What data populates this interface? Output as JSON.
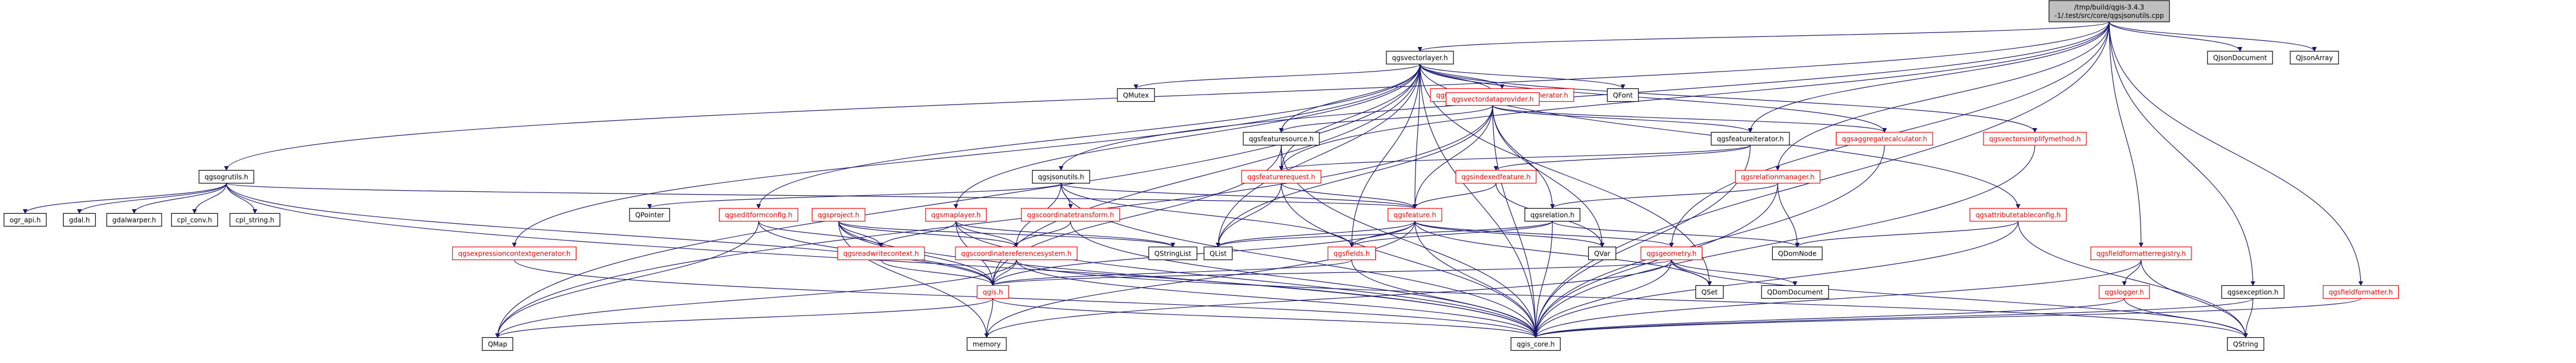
{
  "colors": {
    "edge": "#191970",
    "text_default": "#000000",
    "text_unlinked": "#ff0000",
    "box_border_default": "#000000",
    "box_border_unlinked": "#ff0000",
    "root_fill": "#bfbfbf",
    "node_fill": "#ffffff"
  },
  "nodes": [
    {
      "id": "root",
      "lines": [
        "/tmp/build/qgis-3.4.3",
        "-1/.test/src/core/qgsjsonutils.cpp"
      ],
      "style": "root"
    },
    {
      "id": "qgsvectorlayer",
      "lines": [
        "qgsvectorlayer.h"
      ],
      "style": "normal"
    },
    {
      "id": "qgsogrutils",
      "lines": [
        "qgsogrutils.h"
      ],
      "style": "normal"
    },
    {
      "id": "qmutex",
      "lines": [
        "QMutex"
      ],
      "style": "plain"
    },
    {
      "id": "exprscopegen",
      "lines": [
        "qgsexpressioncontextscopegenerator.h"
      ],
      "style": "red"
    },
    {
      "id": "qfont",
      "lines": [
        "QFont"
      ],
      "style": "plain"
    },
    {
      "id": "qjsondocument",
      "lines": [
        "QJsonDocument"
      ],
      "style": "plain"
    },
    {
      "id": "qjsonarray",
      "lines": [
        "QJsonArray"
      ],
      "style": "plain"
    },
    {
      "id": "vectordataprovider",
      "lines": [
        "qgsvectordataprovider.h"
      ],
      "style": "red"
    },
    {
      "id": "featuresource",
      "lines": [
        "qgsfeaturesource.h"
      ],
      "style": "normal"
    },
    {
      "id": "featureiterator",
      "lines": [
        "qgsfeatureiterator.h"
      ],
      "style": "normal"
    },
    {
      "id": "aggcalc",
      "lines": [
        "qgsaggregatecalculator.h"
      ],
      "style": "red"
    },
    {
      "id": "simplify",
      "lines": [
        "qgsvectorsimplifymethod.h"
      ],
      "style": "red"
    },
    {
      "id": "jsonutils",
      "lines": [
        "qgsjsonutils.h"
      ],
      "style": "normal"
    },
    {
      "id": "featurerequest",
      "lines": [
        "qgsfeaturerequest.h"
      ],
      "style": "red"
    },
    {
      "id": "indexedfeature",
      "lines": [
        "qgsindexedfeature.h"
      ],
      "style": "red"
    },
    {
      "id": "relationmanager",
      "lines": [
        "qgsrelationmanager.h"
      ],
      "style": "red"
    },
    {
      "id": "ogr_api",
      "lines": [
        "ogr_api.h"
      ],
      "style": "plain"
    },
    {
      "id": "gdal",
      "lines": [
        "gdal.h"
      ],
      "style": "plain"
    },
    {
      "id": "gdalwarper",
      "lines": [
        "gdalwarper.h"
      ],
      "style": "plain"
    },
    {
      "id": "cpl_conv",
      "lines": [
        "cpl_conv.h"
      ],
      "style": "plain"
    },
    {
      "id": "cpl_string",
      "lines": [
        "cpl_string.h"
      ],
      "style": "plain"
    },
    {
      "id": "qpointer",
      "lines": [
        "QPointer"
      ],
      "style": "plain"
    },
    {
      "id": "editformconfig",
      "lines": [
        "qgseditformconfig.h"
      ],
      "style": "red"
    },
    {
      "id": "qgsproject",
      "lines": [
        "qgsproject.h"
      ],
      "style": "red"
    },
    {
      "id": "maplayer",
      "lines": [
        "qgsmaplayer.h"
      ],
      "style": "red"
    },
    {
      "id": "coordtransform",
      "lines": [
        "qgscoordinatetransform.h"
      ],
      "style": "red"
    },
    {
      "id": "qgsfeature",
      "lines": [
        "qgsfeature.h"
      ],
      "style": "red"
    },
    {
      "id": "qgsrelation",
      "lines": [
        "qgsrelation.h"
      ],
      "style": "normal"
    },
    {
      "id": "attrtableconfig",
      "lines": [
        "qgsattributetableconfig.h"
      ],
      "style": "red"
    },
    {
      "id": "exprcontextgen",
      "lines": [
        "qgsexpressioncontextgenerator.h"
      ],
      "style": "red"
    },
    {
      "id": "readwritecontext",
      "lines": [
        "qgsreadwritecontext.h"
      ],
      "style": "red"
    },
    {
      "id": "crs",
      "lines": [
        "qgscoordinatereferencesystem.h"
      ],
      "style": "red"
    },
    {
      "id": "qstringlist",
      "lines": [
        "QStringList"
      ],
      "style": "plain"
    },
    {
      "id": "qlist",
      "lines": [
        "QList"
      ],
      "style": "plain"
    },
    {
      "id": "qgsfields",
      "lines": [
        "qgsfields.h"
      ],
      "style": "red"
    },
    {
      "id": "qvar",
      "lines": [
        "QVar"
      ],
      "style": "plain"
    },
    {
      "id": "qgsgeometry",
      "lines": [
        "qgsgeometry.h"
      ],
      "style": "red"
    },
    {
      "id": "qdomnode",
      "lines": [
        "QDomNode"
      ],
      "style": "plain"
    },
    {
      "id": "fieldformatterregistry",
      "lines": [
        "qgsfieldformatterregistry.h"
      ],
      "style": "red"
    },
    {
      "id": "qgsh",
      "lines": [
        "qgis.h"
      ],
      "style": "red"
    },
    {
      "id": "qset",
      "lines": [
        "QSet"
      ],
      "style": "plain"
    },
    {
      "id": "qdomdocument",
      "lines": [
        "QDomDocument"
      ],
      "style": "plain"
    },
    {
      "id": "qgslogger",
      "lines": [
        "qgslogger.h"
      ],
      "style": "red"
    },
    {
      "id": "qgsexception",
      "lines": [
        "qgsexception.h"
      ],
      "style": "normal"
    },
    {
      "id": "fieldformatter",
      "lines": [
        "qgsfieldformatter.h"
      ],
      "style": "red"
    },
    {
      "id": "qmap",
      "lines": [
        "QMap"
      ],
      "style": "plain"
    },
    {
      "id": "memory",
      "lines": [
        "memory"
      ],
      "style": "plain"
    },
    {
      "id": "qgis_core",
      "lines": [
        "qgis_core.h"
      ],
      "style": "normal"
    },
    {
      "id": "qstring",
      "lines": [
        "QString"
      ],
      "style": "plain"
    }
  ],
  "edges": [
    [
      "root",
      "qgsvectorlayer"
    ],
    [
      "root",
      "qgsogrutils"
    ],
    [
      "root",
      "qjsondocument"
    ],
    [
      "root",
      "qjsonarray"
    ],
    [
      "root",
      "featureiterator"
    ],
    [
      "root",
      "jsonutils"
    ],
    [
      "root",
      "relationmanager"
    ],
    [
      "root",
      "featurerequest"
    ],
    [
      "root",
      "qgsexception"
    ],
    [
      "root",
      "fieldformatterregistry"
    ],
    [
      "root",
      "fieldformatter"
    ],
    [
      "root",
      "qgsgeometry"
    ],
    [
      "root",
      "qgis_core"
    ],
    [
      "qgsvectorlayer",
      "qmutex"
    ],
    [
      "qgsvectorlayer",
      "exprscopegen"
    ],
    [
      "qgsvectorlayer",
      "qfont"
    ],
    [
      "qgsvectorlayer",
      "vectordataprovider"
    ],
    [
      "qgsvectorlayer",
      "featuresource"
    ],
    [
      "qgsvectorlayer",
      "aggcalc"
    ],
    [
      "qgsvectorlayer",
      "simplify"
    ],
    [
      "qgsvectorlayer",
      "editformconfig"
    ],
    [
      "qgsvectorlayer",
      "maplayer"
    ],
    [
      "qgsvectorlayer",
      "featurerequest"
    ],
    [
      "qgsvectorlayer",
      "qgsfeature"
    ],
    [
      "qgsvectorlayer",
      "qgsfields"
    ],
    [
      "qgsvectorlayer",
      "attrtableconfig"
    ],
    [
      "qgsvectorlayer",
      "exprcontextgen"
    ],
    [
      "qgsvectorlayer",
      "qgsh"
    ],
    [
      "qgsvectorlayer",
      "qgis_core"
    ],
    [
      "qgsvectorlayer",
      "qmap"
    ],
    [
      "qgsvectorlayer",
      "qlist"
    ],
    [
      "qgsvectorlayer",
      "qset"
    ],
    [
      "vectordataprovider",
      "featuresource"
    ],
    [
      "vectordataprovider",
      "featureiterator"
    ],
    [
      "vectordataprovider",
      "aggcalc"
    ],
    [
      "vectordataprovider",
      "qgsfeature"
    ],
    [
      "vectordataprovider",
      "qgsrelation"
    ],
    [
      "vectordataprovider",
      "qgis_core"
    ],
    [
      "vectordataprovider",
      "qmap"
    ],
    [
      "vectordataprovider",
      "qlist"
    ],
    [
      "vectordataprovider",
      "qvar"
    ],
    [
      "featuresource",
      "featurerequest"
    ],
    [
      "featuresource",
      "qgis_core"
    ],
    [
      "featuresource",
      "qgsh"
    ],
    [
      "featureiterator",
      "featurerequest"
    ],
    [
      "featureiterator",
      "indexedfeature"
    ],
    [
      "featureiterator",
      "qgis_core"
    ],
    [
      "aggcalc",
      "qgis_core"
    ],
    [
      "simplify",
      "qgis_core"
    ],
    [
      "qgsogrutils",
      "ogr_api"
    ],
    [
      "qgsogrutils",
      "gdal"
    ],
    [
      "qgsogrutils",
      "gdalwarper"
    ],
    [
      "qgsogrutils",
      "cpl_conv"
    ],
    [
      "qgsogrutils",
      "cpl_string"
    ],
    [
      "qgsogrutils",
      "qgsfeature"
    ],
    [
      "qgsogrutils",
      "qgis_core"
    ],
    [
      "qgsogrutils",
      "qgsh"
    ],
    [
      "jsonutils",
      "qpointer"
    ],
    [
      "jsonutils",
      "qgsfeature"
    ],
    [
      "jsonutils",
      "coordtransform"
    ],
    [
      "jsonutils",
      "crs"
    ],
    [
      "jsonutils",
      "qgsfields"
    ],
    [
      "jsonutils",
      "qgis_core"
    ],
    [
      "featurerequest",
      "qgsfeature"
    ],
    [
      "featurerequest",
      "qgis_core"
    ],
    [
      "featurerequest",
      "qlist"
    ],
    [
      "indexedfeature",
      "qgsfeature"
    ],
    [
      "indexedfeature",
      "qvar"
    ],
    [
      "relationmanager",
      "qgsrelation"
    ],
    [
      "relationmanager",
      "qdomnode"
    ],
    [
      "relationmanager",
      "qgis_core"
    ],
    [
      "editformconfig",
      "readwritecontext"
    ],
    [
      "editformconfig",
      "qgsh"
    ],
    [
      "editformconfig",
      "qmap"
    ],
    [
      "qgsproject",
      "readwritecontext"
    ],
    [
      "qgsproject",
      "crs"
    ],
    [
      "qgsproject",
      "qgsh"
    ],
    [
      "qgsproject",
      "qstringlist"
    ],
    [
      "qgsproject",
      "qgis_core"
    ],
    [
      "qgsproject",
      "memory"
    ],
    [
      "maplayer",
      "crs"
    ],
    [
      "maplayer",
      "readwritecontext"
    ],
    [
      "maplayer",
      "qgsh"
    ],
    [
      "maplayer",
      "qgis_core"
    ],
    [
      "maplayer",
      "qstringlist"
    ],
    [
      "coordtransform",
      "crs"
    ],
    [
      "coordtransform",
      "qgis_core"
    ],
    [
      "qgsfeature",
      "qgsfields"
    ],
    [
      "qgsfeature",
      "qgsgeometry"
    ],
    [
      "qgsfeature",
      "qlist"
    ],
    [
      "qgsfeature",
      "qvar"
    ],
    [
      "qgsfeature",
      "qgis_core"
    ],
    [
      "qgsfeature",
      "qgsh"
    ],
    [
      "qgsfeature",
      "qset"
    ],
    [
      "qgsfeature",
      "memory"
    ],
    [
      "qgsrelation",
      "qlist"
    ],
    [
      "qgsrelation",
      "qdomnode"
    ],
    [
      "qgsrelation",
      "qgis_core"
    ],
    [
      "qgsrelation",
      "qgsfields"
    ],
    [
      "attrtableconfig",
      "qdomnode"
    ],
    [
      "attrtableconfig",
      "qgis_core"
    ],
    [
      "attrtableconfig",
      "qstring"
    ],
    [
      "exprcontextgen",
      "qgis_core"
    ],
    [
      "readwritecontext",
      "qgsh"
    ],
    [
      "crs",
      "qgis_core"
    ],
    [
      "crs",
      "qgsh"
    ],
    [
      "crs",
      "qstring"
    ],
    [
      "crs",
      "qmap"
    ],
    [
      "qgsfields",
      "qgis_core"
    ],
    [
      "qgsfields",
      "qgsh"
    ],
    [
      "qgsgeometry",
      "qgis_core"
    ],
    [
      "qgsgeometry",
      "qgsh"
    ],
    [
      "qgsgeometry",
      "qset"
    ],
    [
      "qgsgeometry",
      "qdomdocument"
    ],
    [
      "qgsgeometry",
      "qstring"
    ],
    [
      "qgsgeometry",
      "memory"
    ],
    [
      "fieldformatterregistry",
      "qgslogger"
    ],
    [
      "fieldformatterregistry",
      "qgis_core"
    ],
    [
      "fieldformatterregistry",
      "qstring"
    ],
    [
      "qgsh",
      "qgis_core"
    ],
    [
      "qgsh",
      "qmap"
    ],
    [
      "qgsh",
      "memory"
    ],
    [
      "qgslogger",
      "qgis_core"
    ],
    [
      "qgslogger",
      "qstring"
    ],
    [
      "qgsexception",
      "qgis_core"
    ],
    [
      "qgsexception",
      "qstring"
    ],
    [
      "fieldformatter",
      "qgis_core"
    ]
  ]
}
